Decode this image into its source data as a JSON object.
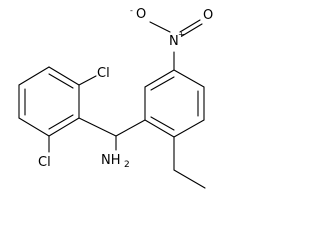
{
  "molecule": {
    "atoms": {
      "nitro_oxygen": {
        "element": "O",
        "charge": "-"
      },
      "nitro_nitrogen": {
        "element": "N",
        "charge": "+"
      },
      "chlorine_top": {
        "element": "Cl"
      },
      "chlorine_bottom": {
        "element": "Cl"
      },
      "amine": {
        "element": "NH",
        "subscript": "2"
      }
    }
  }
}
